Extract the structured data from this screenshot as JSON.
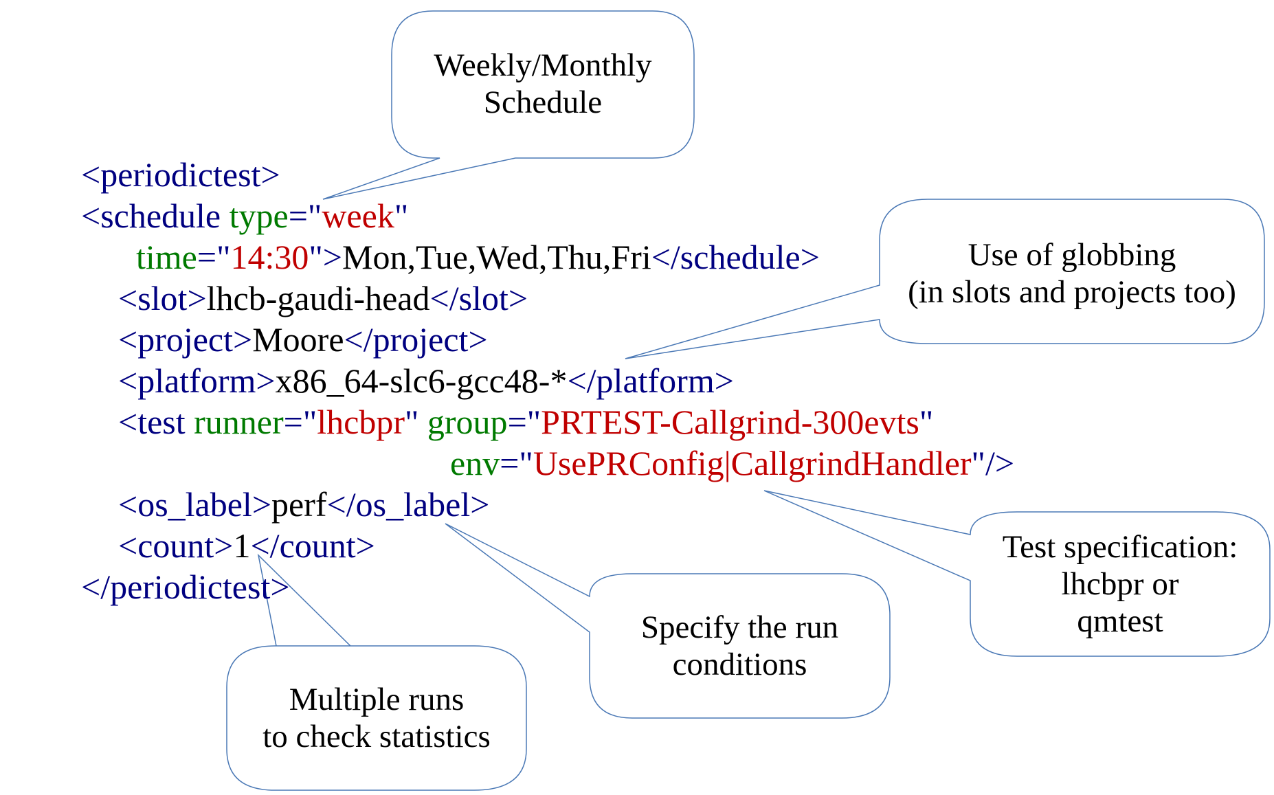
{
  "colors": {
    "tag": "#000080",
    "attribute": "#007a00",
    "value": "#c00000",
    "text": "#000000",
    "callout_stroke": "#4a78b5"
  },
  "code_lines": [
    {
      "tokens": [
        {
          "k": "tag",
          "t": "<periodictest>"
        }
      ]
    },
    {
      "tokens": [
        {
          "k": "tag",
          "t": "<schedule "
        },
        {
          "k": "attr",
          "t": "type"
        },
        {
          "k": "tag",
          "t": "=\""
        },
        {
          "k": "val",
          "t": "week"
        },
        {
          "k": "tag",
          "t": "\""
        }
      ]
    },
    {
      "tokens": [
        {
          "k": "attr",
          "t": "time"
        },
        {
          "k": "tag",
          "t": "=\""
        },
        {
          "k": "val",
          "t": "14:30"
        },
        {
          "k": "tag",
          "t": "\">"
        },
        {
          "k": "txt",
          "t": "Mon,Tue,Wed,Thu,Fri"
        },
        {
          "k": "tag",
          "t": "</schedule>"
        }
      ]
    },
    {
      "tokens": [
        {
          "k": "tag",
          "t": "<slot>"
        },
        {
          "k": "txt",
          "t": "lhcb-gaudi-head"
        },
        {
          "k": "tag",
          "t": "</slot>"
        }
      ]
    },
    {
      "tokens": [
        {
          "k": "tag",
          "t": "<project>"
        },
        {
          "k": "txt",
          "t": "Moore"
        },
        {
          "k": "tag",
          "t": "</project>"
        }
      ]
    },
    {
      "tokens": [
        {
          "k": "tag",
          "t": "<platform>"
        },
        {
          "k": "txt",
          "t": "x86_64-slc6-gcc48-*"
        },
        {
          "k": "tag",
          "t": "</platform>"
        }
      ]
    },
    {
      "tokens": [
        {
          "k": "tag",
          "t": "<test "
        },
        {
          "k": "attr",
          "t": "runner"
        },
        {
          "k": "tag",
          "t": "=\""
        },
        {
          "k": "val",
          "t": "lhcbpr"
        },
        {
          "k": "tag",
          "t": "\" "
        },
        {
          "k": "attr",
          "t": "group"
        },
        {
          "k": "tag",
          "t": "=\""
        },
        {
          "k": "val",
          "t": "PRTEST-Callgrind-300evts"
        },
        {
          "k": "tag",
          "t": "\""
        }
      ]
    },
    {
      "tokens": [
        {
          "k": "attr",
          "t": "env"
        },
        {
          "k": "tag",
          "t": "=\""
        },
        {
          "k": "val",
          "t": "UsePRConfig|CallgrindHandler"
        },
        {
          "k": "tag",
          "t": "\"/>"
        }
      ]
    },
    {
      "tokens": [
        {
          "k": "tag",
          "t": "<os_label>"
        },
        {
          "k": "txt",
          "t": "perf"
        },
        {
          "k": "tag",
          "t": "</os_label>"
        }
      ]
    },
    {
      "tokens": [
        {
          "k": "tag",
          "t": "<count>"
        },
        {
          "k": "txt",
          "t": "1"
        },
        {
          "k": "tag",
          "t": "</count>"
        }
      ]
    },
    {
      "tokens": [
        {
          "k": "tag",
          "t": "</periodictest>"
        }
      ]
    }
  ],
  "callouts": {
    "schedule": {
      "lines": [
        "Weekly/Monthly",
        "Schedule"
      ]
    },
    "globbing": {
      "lines": [
        "Use of globbing",
        "(in slots and projects too)"
      ]
    },
    "test_spec": {
      "lines": [
        "Test specification:",
        "lhcbpr or",
        "qmtest"
      ]
    },
    "run_conditions": {
      "lines": [
        "Specify the run",
        "conditions"
      ]
    },
    "multiple_runs": {
      "lines": [
        "Multiple runs",
        "to check statistics"
      ]
    }
  }
}
